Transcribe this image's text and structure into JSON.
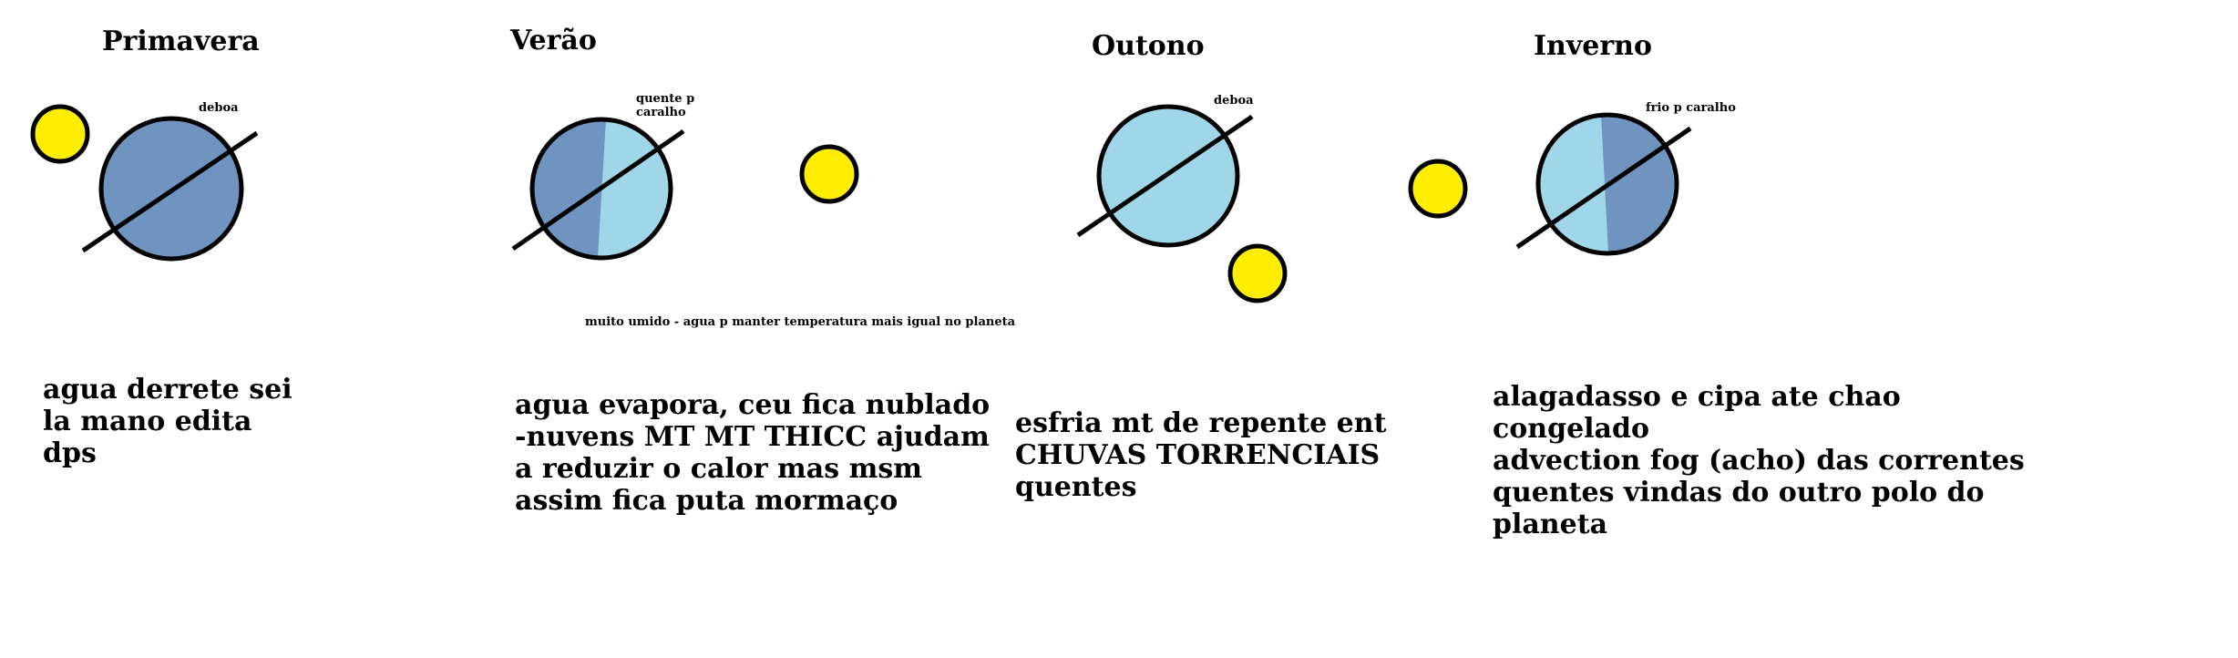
{
  "colors": {
    "sun": "#ffee00",
    "planet_dark": "#7094c0",
    "planet_light": "#9fd7e8",
    "outline": "#000000"
  },
  "seasons": [
    {
      "title": "Primavera",
      "annotation": "deboa",
      "text_lines": [
        "agua derrete sei",
        "la mano edita",
        "dps"
      ]
    },
    {
      "title": "Verão",
      "annotation_lines": [
        "quente p",
        "caralho"
      ],
      "note": "muito umido - agua p manter temperatura mais igual no planeta",
      "text_lines": [
        "agua evapora, ceu fica nublado",
        "-nuvens MT MT THICC ajudam",
        "a reduzir o calor mas msm",
        "assim fica puta mormaço"
      ]
    },
    {
      "title": "Outono",
      "annotation": "deboa",
      "text_lines": [
        "esfria mt de repente ent",
        "CHUVAS TORRENCIAIS",
        "quentes"
      ]
    },
    {
      "title": "Inverno",
      "annotation": "frio p caralho",
      "text_lines": [
        "alagadasso e cipa ate chao",
        "congelado",
        "advection fog (acho) das correntes",
        "quentes vindas do outro polo do",
        "planeta"
      ]
    }
  ]
}
